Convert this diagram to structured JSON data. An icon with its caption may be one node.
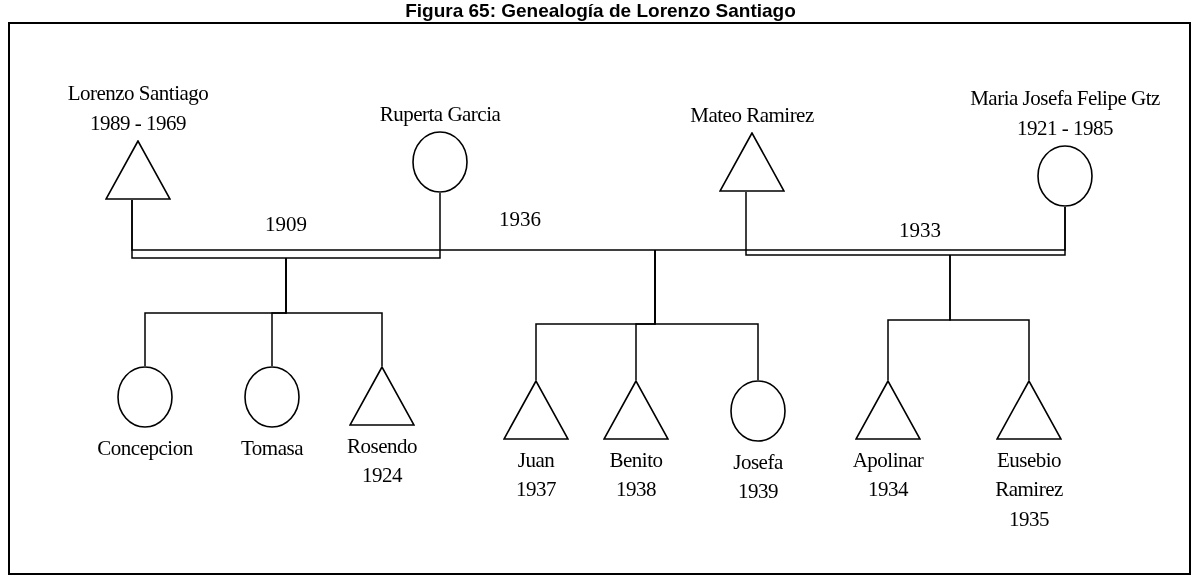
{
  "diagram": {
    "title": "Figura 65: Genealogía de Lorenzo Santiago",
    "nodes": [
      {
        "text": [
          "Lorenzo Santiago",
          "1989 - 1969"
        ]
      },
      {
        "text": [
          "Ruperta Garcia"
        ]
      },
      {
        "text": [
          "Mateo Ramirez"
        ]
      },
      {
        "text": [
          "Maria Josefa Felipe Gtz",
          "1921 - 1985"
        ]
      },
      {
        "text": [
          "Concepcion"
        ]
      },
      {
        "text": [
          "Tomasa"
        ]
      },
      {
        "text": [
          "Rosendo",
          "1924"
        ]
      },
      {
        "text": [
          "Juan",
          "1937"
        ]
      },
      {
        "text": [
          "Benito",
          "1938"
        ]
      },
      {
        "text": [
          "Josefa",
          "1939"
        ]
      },
      {
        "text": [
          "Apolinar",
          "1934"
        ]
      },
      {
        "text": [
          "Eusebio Ramirez",
          "1935"
        ]
      }
    ],
    "edges": [
      {
        "from": 0,
        "to": 1,
        "arrow": "none",
        "label": "1909"
      },
      {
        "from": 0,
        "to": 3,
        "arrow": "none",
        "label": "1936"
      },
      {
        "from": 2,
        "to": 3,
        "arrow": "none",
        "label": "1933"
      },
      {
        "from": null,
        "to": 4,
        "arrow": "none"
      },
      {
        "from": null,
        "to": 5,
        "arrow": "none"
      },
      {
        "from": null,
        "to": 6,
        "arrow": "none"
      },
      {
        "from": null,
        "to": 7,
        "arrow": "none"
      },
      {
        "from": null,
        "to": 8,
        "arrow": "none"
      },
      {
        "from": null,
        "to": 9,
        "arrow": "none"
      },
      {
        "from": null,
        "to": 10,
        "arrow": "none"
      },
      {
        "from": null,
        "to": 11,
        "arrow": "none"
      }
    ]
  }
}
